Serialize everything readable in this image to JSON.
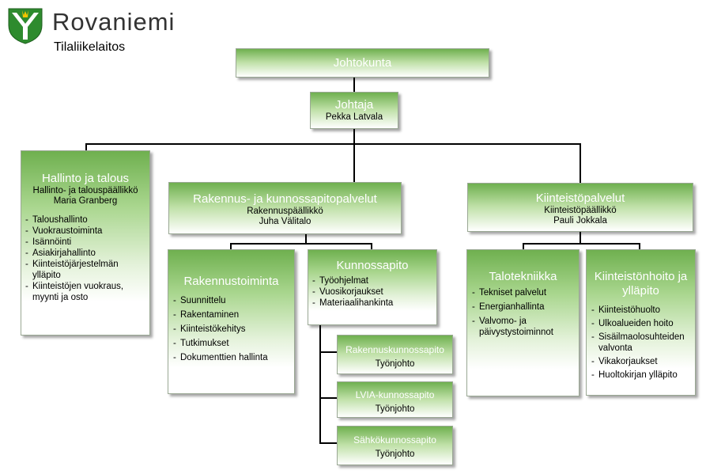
{
  "header": {
    "brand": "Rovaniemi",
    "subtitle": "Tilaliikelaitos"
  },
  "colors": {
    "box_top": "#6fb04f",
    "box_bottom": "#ffffff",
    "connector": "#000000",
    "logo_green": "#2e8b2e",
    "logo_yellow": "#f2c500"
  },
  "board": {
    "title": "Johtokunta"
  },
  "director": {
    "title": "Johtaja",
    "name": "Pekka Latvala"
  },
  "admin": {
    "title": "Hallinto ja talous",
    "role": "Hallinto- ja talouspäällikkö",
    "name": "Maria Granberg",
    "items": [
      "Taloushallinto",
      "Vuokraustoiminta",
      "Isännöinti",
      "Asiakirjahallinto",
      "Kiinteistöjärjestelmän ylläpito",
      "Kiinteistöjen vuokraus, myynti ja osto"
    ]
  },
  "construction_services": {
    "title": "Rakennus- ja kunnossapitopalvelut",
    "role": "Rakennuspäällikkö",
    "name": "Juha Välitalo"
  },
  "property_services": {
    "title": "Kiinteistöpalvelut",
    "role": "Kiinteistöpäällikkö",
    "name": "Pauli Jokkala"
  },
  "construction": {
    "title": "Rakennustoiminta",
    "items": [
      "Suunnittelu",
      "Rakentaminen",
      "Kiinteistökehitys",
      "Tutkimukset",
      "Dokumenttien hallinta"
    ]
  },
  "maintenance": {
    "title": "Kunnossapito",
    "items": [
      "Työohjelmat",
      "Vuosikorjaukset",
      "Materiaalihankinta"
    ]
  },
  "maintenance_units": [
    {
      "title": "Rakennuskunnossapito",
      "sub": "Työnjohto"
    },
    {
      "title": "LVIA-kunnossapito",
      "sub": "Työnjohto"
    },
    {
      "title": "Sähkökunnossapito",
      "sub": "Työnjohto"
    }
  ],
  "building_tech": {
    "title": "Talotekniikka",
    "items": [
      "Tekniset palvelut",
      "Energianhallinta",
      "Valvomo- ja päivystystoiminnot"
    ]
  },
  "property_care": {
    "title": "Kiinteistönhoito ja ylläpito",
    "items": [
      "Kiinteistöhuolto",
      "Ulkoalueiden hoito",
      "Sisäilmaolosuhteiden valvonta",
      "Vikakorjaukset",
      "Huoltokirjan ylläpito"
    ]
  }
}
